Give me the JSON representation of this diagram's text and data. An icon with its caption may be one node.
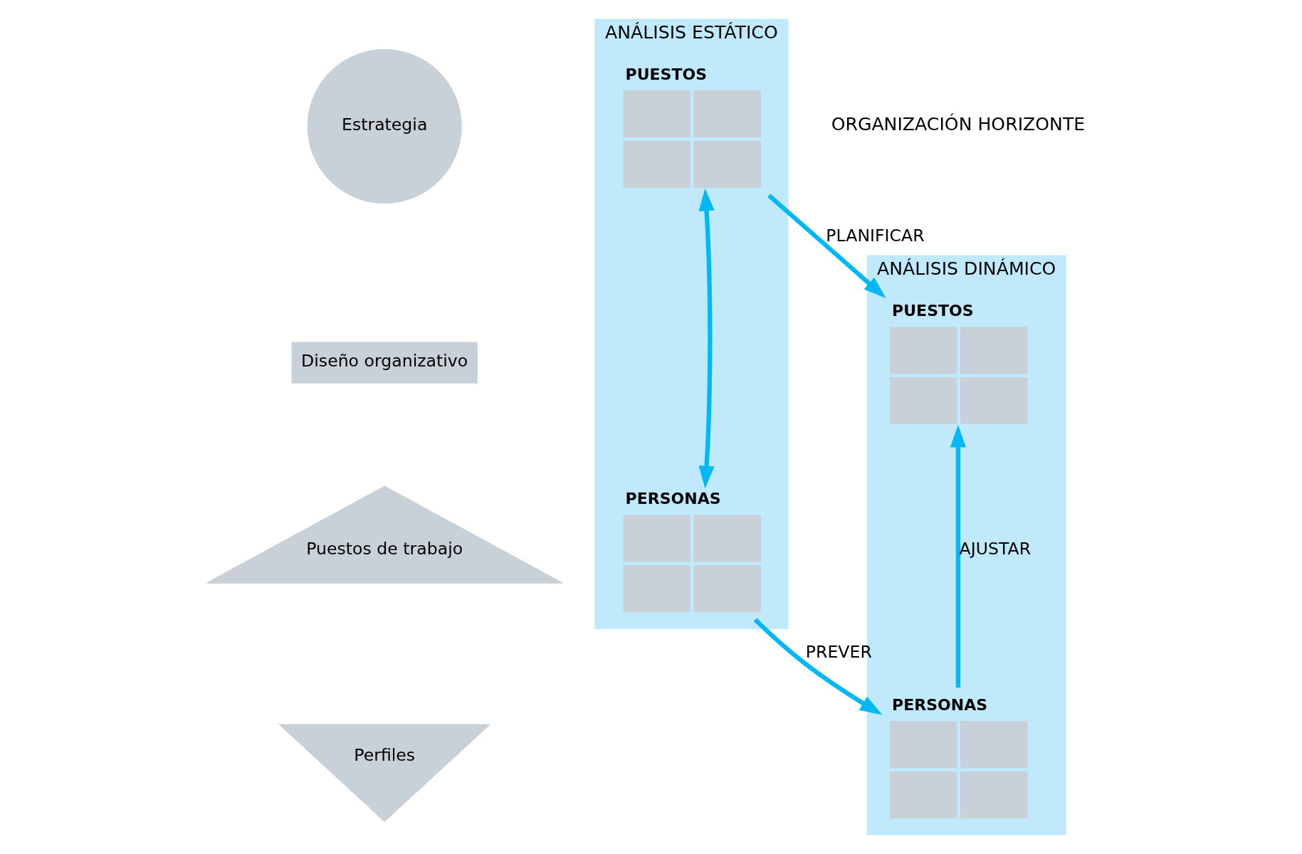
{
  "diagram": {
    "nodes": [
      {
        "text": [
          "Estrategia"
        ]
      },
      {
        "text": [
          "Diseño organizativo"
        ]
      },
      {
        "text": [
          "Puestos de trabajo"
        ]
      },
      {
        "text": [
          "Perfiles"
        ]
      },
      {
        "text": [
          "ANÁLISIS ESTÁTICO"
        ]
      },
      {
        "text": [
          "PUESTOS"
        ],
        "in": 4
      },
      {
        "text": [
          "PERSONAS"
        ],
        "in": 4
      },
      {
        "text": [
          "ANÁLISIS DINÁMICO"
        ]
      },
      {
        "text": [
          "PUESTOS"
        ],
        "in": 7
      },
      {
        "text": [
          "PERSONAS"
        ],
        "in": 7
      }
    ],
    "edges": [
      {
        "from": 5,
        "to": 6,
        "arrow": "both"
      },
      {
        "from": 5,
        "to": 8,
        "arrow": "to",
        "label": "PLANIFICAR"
      },
      {
        "from": 9,
        "to": 8,
        "arrow": "to",
        "label": "AJUSTAR"
      },
      {
        "from": 6,
        "to": 9,
        "arrow": "to",
        "label": "PREVER"
      }
    ],
    "labels": [
      "ORGANIZACIÓN HORIZONTE"
    ]
  }
}
